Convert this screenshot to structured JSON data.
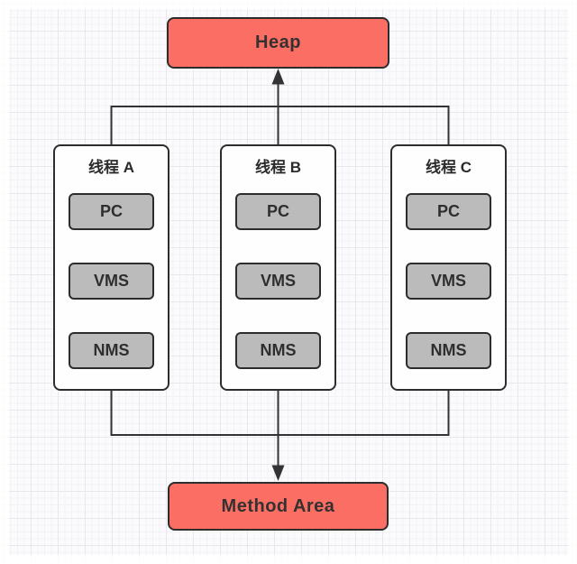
{
  "diagram": {
    "heap": {
      "label": "Heap"
    },
    "method_area": {
      "label": "Method Area"
    },
    "threads": [
      {
        "label": "线程 A",
        "items": [
          "PC",
          "VMS",
          "NMS"
        ]
      },
      {
        "label": "线程 B",
        "items": [
          "PC",
          "VMS",
          "NMS"
        ]
      },
      {
        "label": "线程 C",
        "items": [
          "PC",
          "VMS",
          "NMS"
        ]
      }
    ],
    "colors": {
      "node_red": "#fa6e64",
      "node_gray": "#bbbbbb",
      "node_white": "#fefefe",
      "line": "#333333",
      "canvas_bg": "#fbfafc"
    }
  }
}
